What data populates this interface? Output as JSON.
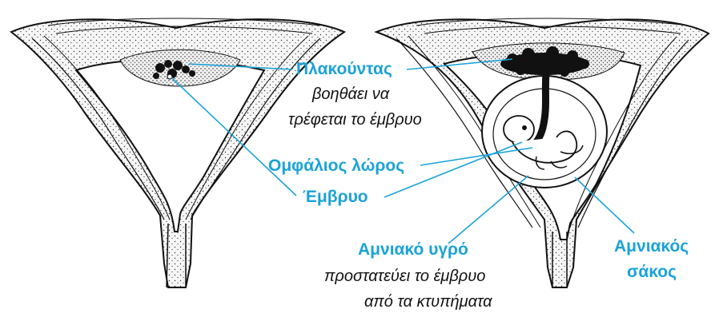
{
  "colors": {
    "label_blue": "#1aa3d8",
    "line": "#111111",
    "tissue_fill": "#f4f4f4"
  },
  "labels": {
    "placenta": "Πλακούντας",
    "placenta_desc_1": "βοηθάει να",
    "placenta_desc_2": "τρέφεται το έμβρυο",
    "umbilical_cord": "Ομφάλιος λώρος",
    "embryo": "Έμβρυο",
    "amniotic_fluid": "Αμνιακό υγρό",
    "amniotic_fluid_desc_1": "προστατεύει το έμβρυο",
    "amniotic_fluid_desc_2": "από τα κτυπήματα",
    "amniotic_sac_1": "Αμνιακός",
    "amniotic_sac_2": "σάκος"
  }
}
